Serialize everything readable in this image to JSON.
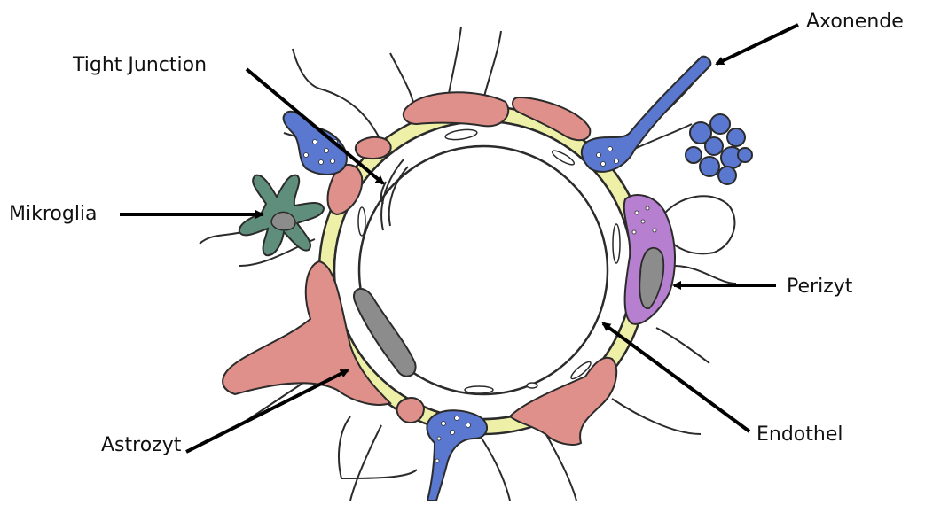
{
  "labels": {
    "tight_junction": "Tight Junction",
    "axonende": "Axonende",
    "mikroglia": "Mikroglia",
    "perizyt": "Perizyt",
    "astrozyt": "Astrozyt",
    "endothel": "Endothel"
  },
  "colors": {
    "basal_lamina": "#eef0a8",
    "astrocyte_endfoot": "#e0908a",
    "axon_terminal": "#5b78d0",
    "microglia": "#5f8f7c",
    "pericyte": "#b77fd0",
    "nucleus": "#8c8c8c",
    "outline": "#2b2b2b",
    "arrow": "#000000"
  }
}
